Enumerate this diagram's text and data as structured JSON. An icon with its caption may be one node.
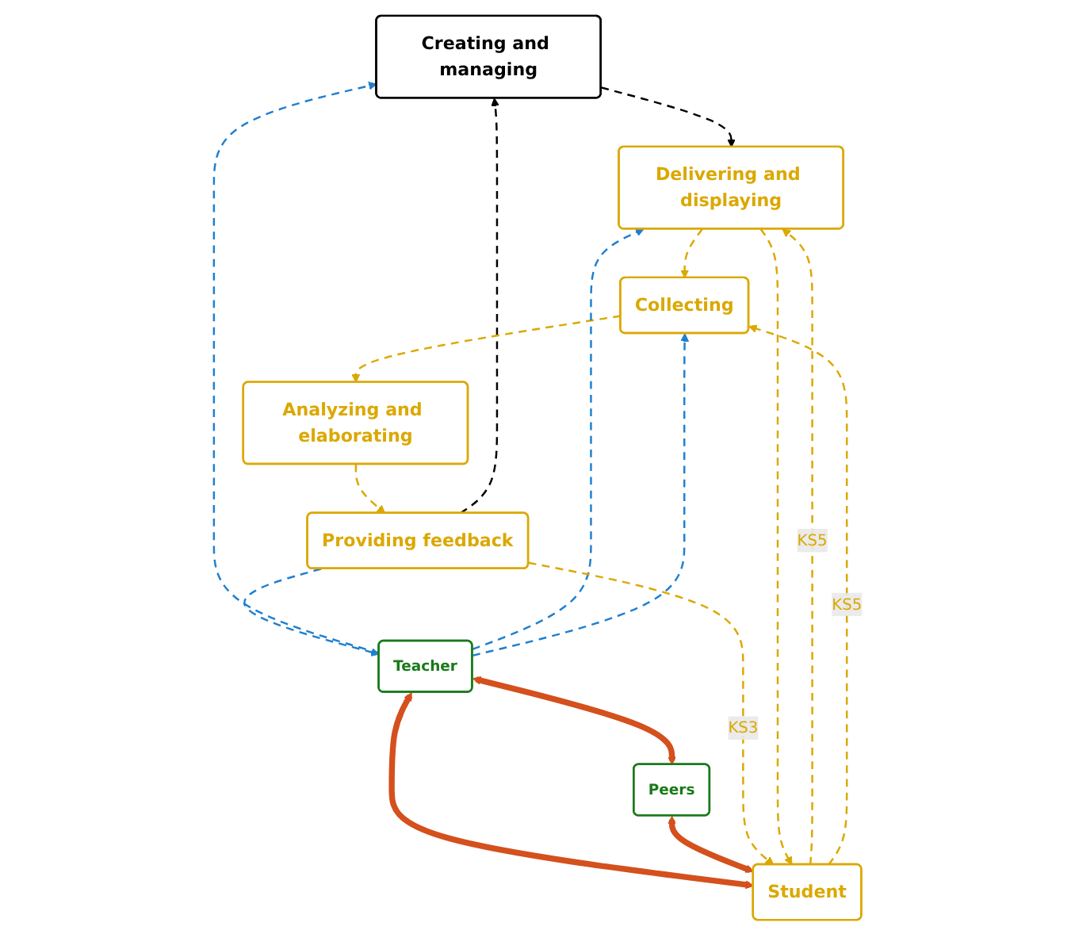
{
  "diagram": {
    "nodes": [
      {
        "text": [
          "Creating and managing"
        ]
      },
      {
        "text": [
          "Providing feedback"
        ]
      },
      {
        "text": [
          "Teacher"
        ]
      },
      {
        "text": [
          "Delivering and displaying"
        ]
      },
      {
        "text": [
          "Peers"
        ]
      },
      {
        "text": [
          "Student"
        ]
      },
      {
        "text": [
          "Analyzing and elaborating"
        ]
      },
      {
        "text": [
          "Collecting"
        ]
      }
    ],
    "edges": [
      {
        "from": 1,
        "to": 0,
        "arrow": "to",
        "style": "dashed",
        "color": "#000000"
      },
      {
        "from": 0,
        "to": 3,
        "arrow": "to",
        "style": "dashed",
        "color": "#000000"
      },
      {
        "from": 3,
        "to": 7,
        "arrow": "to",
        "style": "dashed",
        "color": "#dba800"
      },
      {
        "from": 7,
        "to": 6,
        "arrow": "to",
        "style": "dashed",
        "color": "#dba800"
      },
      {
        "from": 6,
        "to": 1,
        "arrow": "to",
        "style": "dashed",
        "color": "#dba800"
      },
      {
        "from": 2,
        "to": 0,
        "arrow": "to",
        "style": "dashed",
        "color": "#1f7fcf"
      },
      {
        "from": 1,
        "to": 2,
        "arrow": "to",
        "style": "dashed",
        "color": "#1f7fcf"
      },
      {
        "from": 2,
        "to": 3,
        "arrow": "to",
        "style": "dashed",
        "color": "#1f7fcf"
      },
      {
        "from": 2,
        "to": 7,
        "arrow": "to",
        "style": "dashed",
        "color": "#1f7fcf"
      },
      {
        "from": 2,
        "to": 4,
        "arrow": "both",
        "style": "thick",
        "color": "#d4501c"
      },
      {
        "from": 2,
        "to": 5,
        "arrow": "both",
        "style": "thick",
        "color": "#d4501c"
      },
      {
        "from": 4,
        "to": 5,
        "arrow": "both",
        "style": "thick",
        "color": "#d4501c"
      },
      {
        "from": 1,
        "to": 5,
        "arrow": "to",
        "label": "KS3",
        "style": "dashed",
        "color": "#dba800"
      },
      {
        "from": 5,
        "to": 3,
        "arrow": "to",
        "label": "KS5",
        "style": "dashed",
        "color": "#dba800"
      },
      {
        "from": 3,
        "to": 5,
        "arrow": "to",
        "style": "dashed",
        "color": "#dba800"
      },
      {
        "from": 5,
        "to": 7,
        "arrow": "to",
        "label": "KS5",
        "style": "dashed",
        "color": "#dba800"
      }
    ]
  }
}
